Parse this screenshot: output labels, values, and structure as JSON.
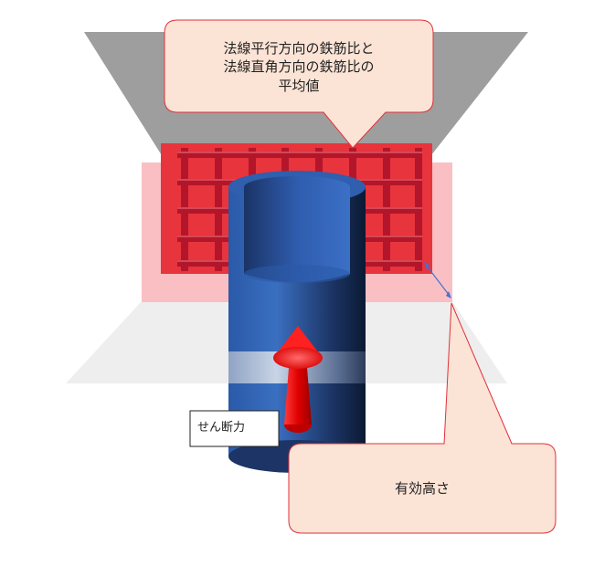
{
  "callouts": {
    "reinforcement_ratio": {
      "lines": [
        "法線平行方向の鉄筋比と",
        "法線直角方向の鉄筋比の",
        "平均値"
      ]
    },
    "effective_depth": {
      "text": "有効高さ"
    }
  },
  "labels": {
    "shear_force": "せん断力"
  },
  "colors": {
    "slab_top": "#9e9e9e",
    "slab_bottom": "#eeeeee",
    "rebar_panel": "#e8343c",
    "rebar_bar": "#b2182b",
    "translucent_panel": "#f8b4b8",
    "column": "#2e5fa8",
    "column_dark": "#0e1e3a",
    "column_band": "#a8b8d0",
    "arrow": "#ff1a1a",
    "callout_fill": "#fbe3d5",
    "callout_stroke": "#e0303a",
    "dimension": "#4a6fd0"
  },
  "icons": [
    "shear-force-arrow-icon",
    "dimension-arrow-icon"
  ]
}
